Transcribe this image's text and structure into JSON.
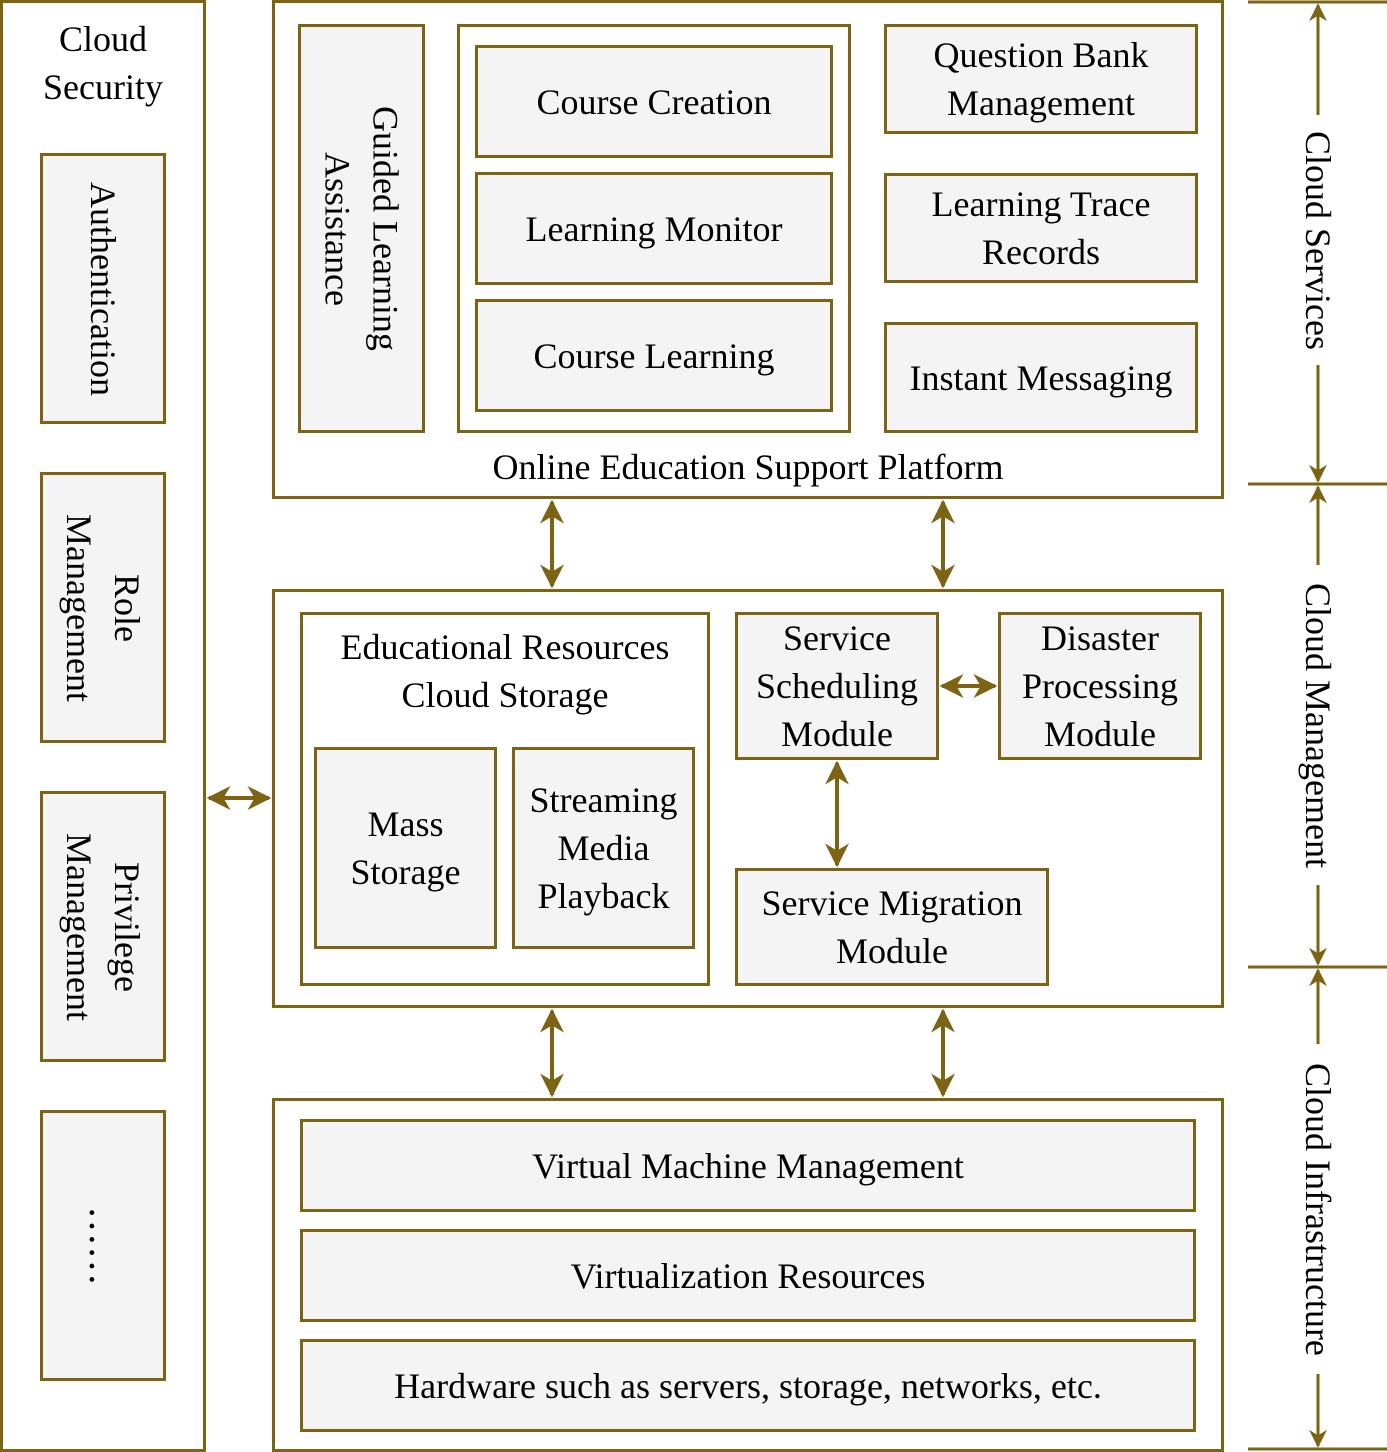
{
  "colors": {
    "border": "#7d6414",
    "box_fill": "#f4f4f4",
    "text": "#000000"
  },
  "cloud_security": {
    "title": "Cloud\nSecurity",
    "items": [
      "Authentication",
      "Role\nManagement",
      "Privilege\nManagement",
      "……"
    ]
  },
  "cloud_services": {
    "platform_label": "Online Education Support Platform",
    "guided": "Guided Learning\nAssistance",
    "course_group": [
      "Course Creation",
      "Learning Monitor",
      "Course Learning"
    ],
    "side_items": [
      "Question Bank\nManagement",
      "Learning Trace\nRecords",
      "Instant Messaging"
    ]
  },
  "cloud_management": {
    "storage_title": "Educational Resources\nCloud Storage",
    "storage_items": [
      "Mass\nStorage",
      "Streaming\nMedia\nPlayback"
    ],
    "scheduling": "Service\nScheduling\nModule",
    "disaster": "Disaster\nProcessing\nModule",
    "migration": "Service Migration\nModule"
  },
  "cloud_infrastructure": {
    "items": [
      "Virtual Machine Management",
      "Virtualization Resources",
      "Hardware such as servers, storage, networks, etc."
    ]
  },
  "layers": [
    "Cloud Services",
    "Cloud Management",
    "Cloud Infrastructure"
  ]
}
